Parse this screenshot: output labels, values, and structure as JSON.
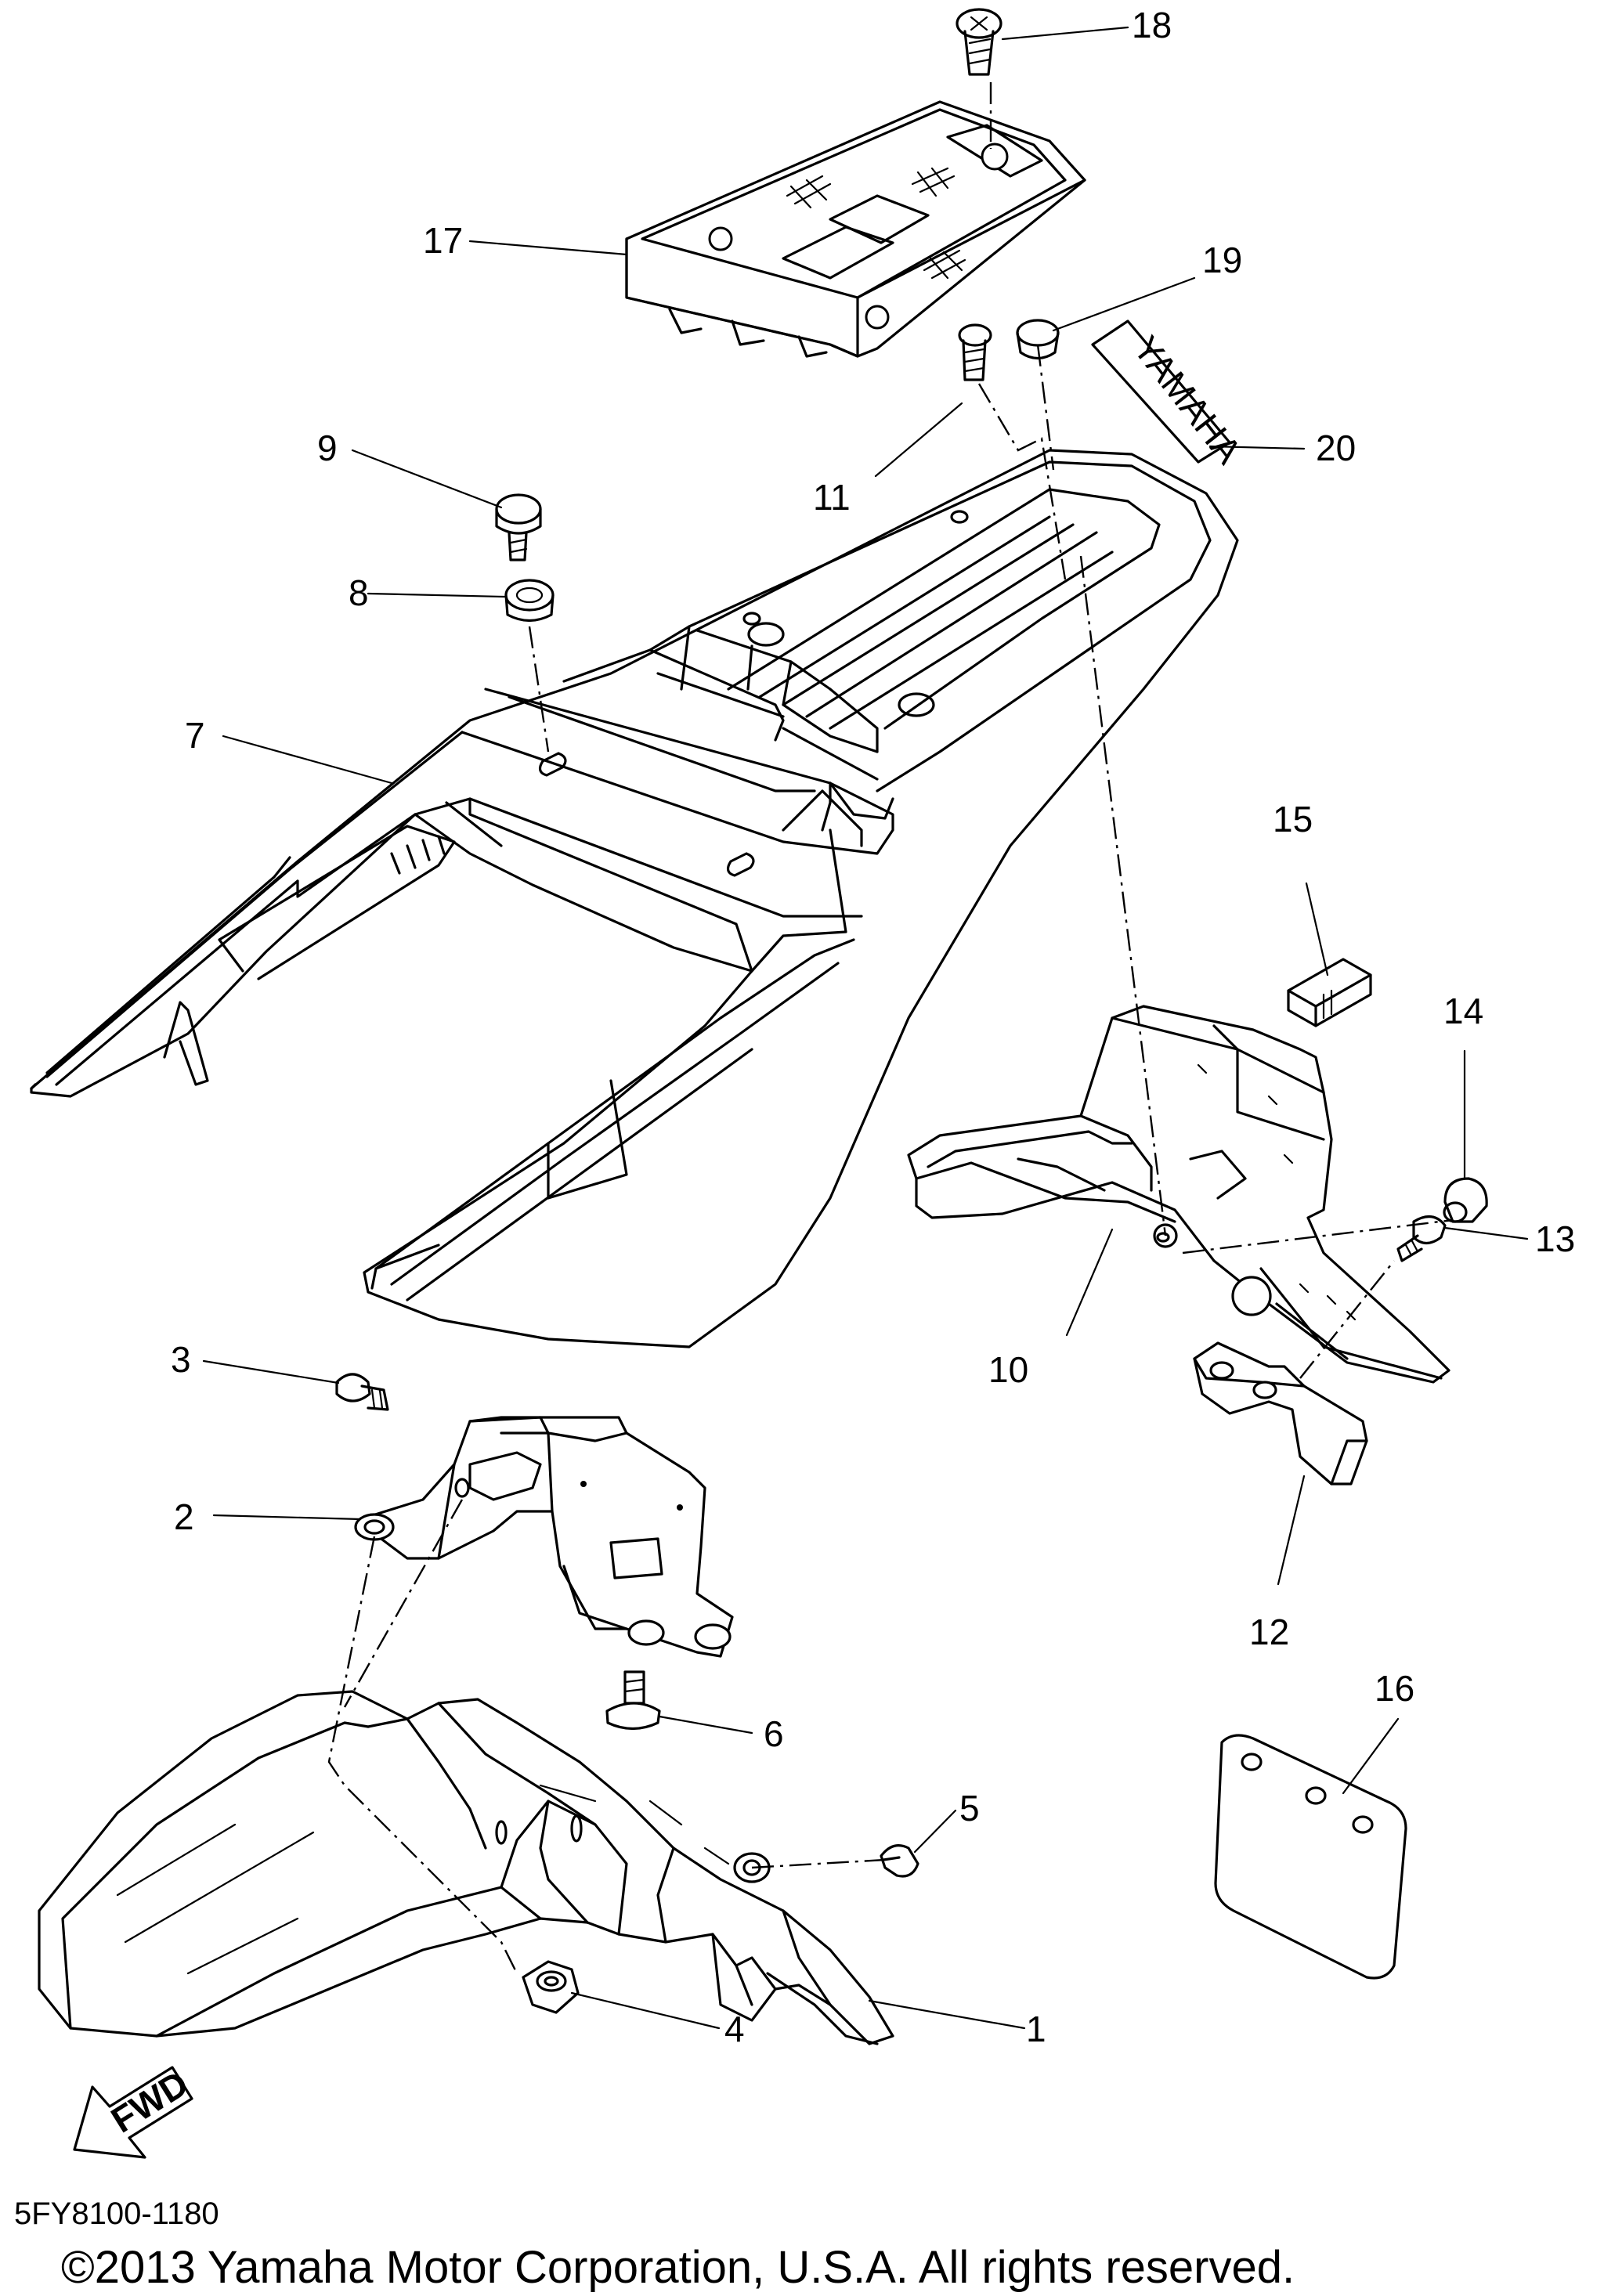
{
  "diagram": {
    "parts": [
      {
        "num": "1"
      },
      {
        "num": "2"
      },
      {
        "num": "3"
      },
      {
        "num": "4"
      },
      {
        "num": "5"
      },
      {
        "num": "6"
      },
      {
        "num": "7"
      },
      {
        "num": "8"
      },
      {
        "num": "9"
      },
      {
        "num": "10"
      },
      {
        "num": "11"
      },
      {
        "num": "12"
      },
      {
        "num": "13"
      },
      {
        "num": "14"
      },
      {
        "num": "15"
      },
      {
        "num": "16"
      },
      {
        "num": "17"
      },
      {
        "num": "18"
      },
      {
        "num": "19"
      },
      {
        "num": "20"
      }
    ],
    "decal_text": "YAMAHA",
    "fwd_label": "FWD",
    "diagram_code": "5FY8100-1180",
    "copyright": "©2013 Yamaha Motor Corporation, U.S.A. All rights reserved."
  }
}
